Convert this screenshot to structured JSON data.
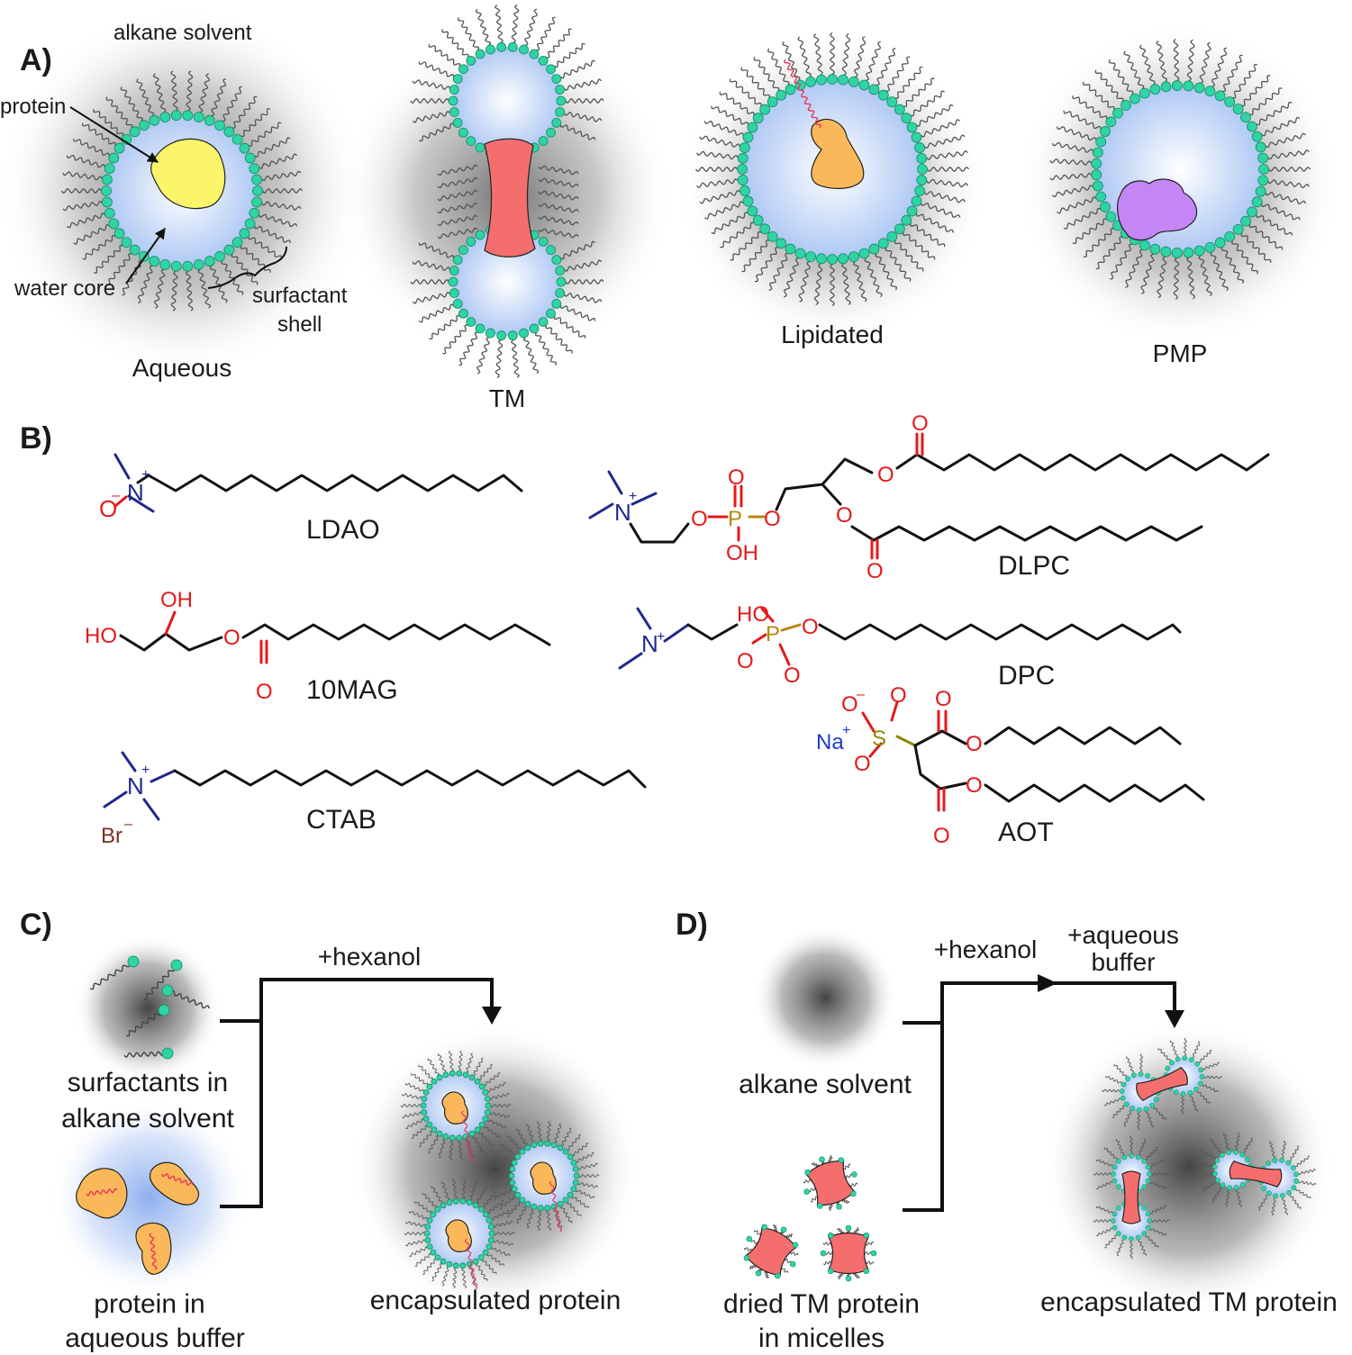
{
  "panels": {
    "a": "A)",
    "b": "B)",
    "c": "C)",
    "d": "D)"
  },
  "panel_a": {
    "annotations": {
      "alkane_solvent": "alkane solvent",
      "protein": "protein",
      "water_core": "water core",
      "surfactant_line1": "surfactant",
      "surfactant_line2": "shell"
    },
    "captions": [
      "Aqueous",
      "TM",
      "Lipidated",
      "PMP"
    ]
  },
  "panel_b": {
    "molecules": [
      "LDAO",
      "DLPC",
      "10MAG",
      "DPC",
      "CTAB",
      "AOT"
    ],
    "atoms": {
      "N": "N",
      "O": "O",
      "P": "P",
      "S": "S",
      "OH": "OH",
      "HO": "HO",
      "Na": "Na",
      "Br": "Br",
      "plus": "+",
      "minus": "–"
    }
  },
  "panel_c": {
    "step": "+hexanol",
    "input1_line1": "surfactants in",
    "input1_line2": "alkane solvent",
    "input2_line1": "protein in",
    "input2_line2": "aqueous buffer",
    "product": "encapsulated protein"
  },
  "panel_d": {
    "step1": "+hexanol",
    "step2_line1": "+aqueous",
    "step2_line2": "buffer",
    "input1": "alkane solvent",
    "input2_line1": "dried TM protein",
    "input2_line2": "in micelles",
    "product": "encapsulated TM protein"
  },
  "colors": {
    "surfactant_head": "#2fd4a4",
    "water_core": "#bcd3f7",
    "aqueous_protein": "#fbf56a",
    "tm_protein": "#f56e6e",
    "lipidated_protein": "#fbb85a",
    "pmp_protein": "#c486f5",
    "lipid_anchor": "#e8365c",
    "oxygen": "#e41a1c",
    "nitrogen": "#1f2a8c",
    "phosphorus": "#b8860b",
    "sulfur": "#8b8b00",
    "sodium": "#1f3cc8",
    "bromine": "#7a3020"
  }
}
